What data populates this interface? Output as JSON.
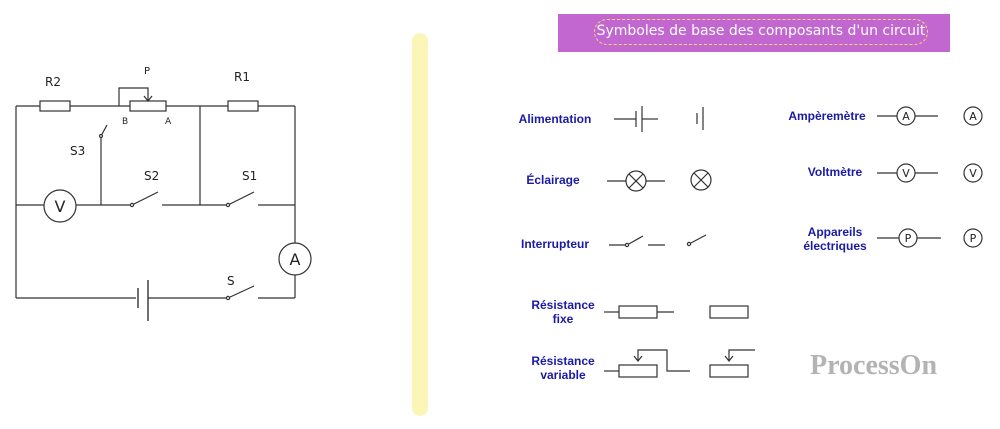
{
  "circuit": {
    "labels": {
      "r2": "R2",
      "r1": "R1",
      "p": "P",
      "b": "B",
      "a": "A",
      "s3": "S3",
      "s2": "S2",
      "s1": "S1",
      "s": "S",
      "voltmeter": "V",
      "ammeter": "A"
    }
  },
  "legend": {
    "title": "Symboles de base des composants d'un circuit",
    "items": {
      "alimentation": "Alimentation",
      "eclairage": "Éclairage",
      "interrupteur": "Interrupteur",
      "resistance_fixe": "Résistance fixe",
      "resistance_variable": "Résistance variable",
      "amperemetre": "Ampèremètre",
      "voltmetre": "Voltmètre",
      "appareils": "Appareils électriques"
    },
    "symbols": {
      "ammeter": "A",
      "voltmeter": "V",
      "appliance": "P"
    }
  },
  "watermark": "ProcessOn",
  "colors": {
    "banner": "#c267cf",
    "banner_border": "#f7d970",
    "label": "#1a1aa6",
    "divider": "#fbf6b8",
    "watermark": "#b3b3b3"
  }
}
